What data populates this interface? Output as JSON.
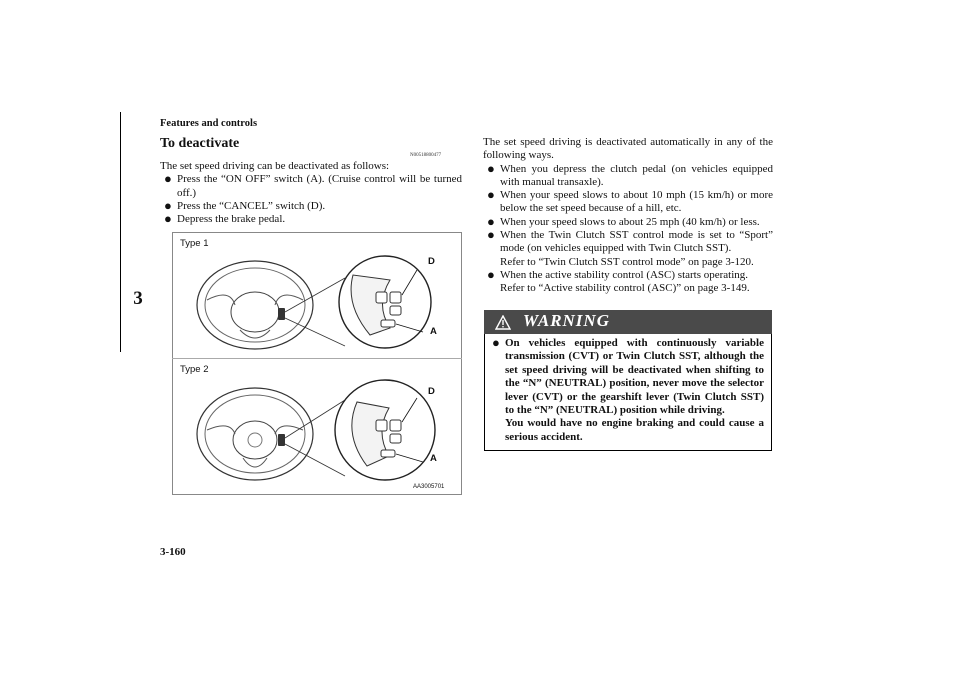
{
  "header": {
    "section": "Features and controls"
  },
  "chapter_tab": "3",
  "left": {
    "heading": "To deactivate",
    "code": "N00518800477",
    "intro": "The set speed driving can be deactivated as follows:",
    "bullets": [
      "Press the “ON OFF” switch (A). (Cruise control will be turned off.)",
      "Press the “CANCEL” switch (D).",
      "Depress the brake pedal."
    ],
    "figure": {
      "type1": "Type 1",
      "type2": "Type 2",
      "label_d": "D",
      "label_a": "A",
      "code": "AA3005701"
    }
  },
  "right": {
    "intro": "The set speed driving is deactivated automatically in any of the following ways.",
    "bullets": [
      "When you depress the clutch pedal (on vehicles equipped with manual transaxle).",
      "When your speed slows to about 10 mph (15 km/h) or more below the set speed because of a hill, etc.",
      "When your speed slows to about 25 mph (40 km/h) or less.",
      "When the Twin Clutch SST control mode is set to “Sport” mode (on vehicles equipped with Twin Clutch SST).",
      "When the active stability control (ASC) starts operating."
    ],
    "ref_twin": "Refer to “Twin Clutch SST control mode” on page 3-120.",
    "ref_asc": "Refer to “Active stability control (ASC)” on page 3-149.",
    "warning": {
      "title": "WARNING",
      "text": "On vehicles equipped with continuously variable transmission (CVT) or Twin Clutch SST, although the set speed driving will be deactivated when shift­ing to the “N” (NEUTRAL) position, never move the selector lever (CVT) or the gearshift lever (Twin Clutch SST) to the “N” (NEUTRAL) position while driving.",
      "text2": "You would have no engine braking and could cause a serious accident."
    }
  },
  "page_number": "3-160"
}
